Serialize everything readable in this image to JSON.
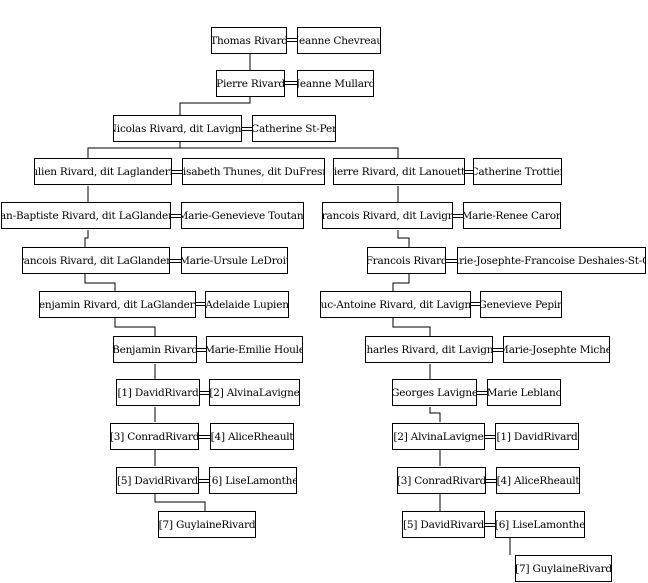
{
  "people": {
    "thomas_rivard": "Thomas Rivard",
    "jeanne_chevreau": "Jeanne Chevreau",
    "pierre_rivard": "Pierre Rivard",
    "jeanne_mullard": "Jeanne Mullard",
    "nicolas_rivard": "Nicolas Rivard, dit Lavigne",
    "catherine_stper": "Catherine St-Per",
    "julien_rivard": "Julien Rivard, dit Laglanderie",
    "elisabeth_thunes": "Elisabeth Thunes, dit DuFresne",
    "pierre_rivard_lanouette": "Pierre Rivard, dit Lanouette",
    "catherine_trottier": "Catherine Trottier",
    "jean_baptiste_rivard": "Jean-Baptiste Rivard, dit LaGlanderie",
    "marie_genevieve_toutant": "Marie-Genevieve Toutant",
    "francois_rivard_lavigne": "Francois Rivard, dit Lavigne",
    "marie_renee_caron": "Marie-Renee Caron",
    "francois_rivard_laglanderie": "Francois Rivard, dit LaGlanderie",
    "marie_ursule_ledroit": "Marie-Ursule LeDroit",
    "francois_rivard": "Francois Rivard",
    "marie_josephte_francoise": "Marie-Josephte-Francoise Deshaies-St-Cyr",
    "benjamin_rivard_laglanderie": "Benjamin Rivard, dit LaGlanderie",
    "adelaide_lupien": "Adelaide Lupien",
    "luc_antoine_rivard": "Luc-Antoine Rivard, dit Lavigne",
    "genevieve_pepin": "Genevieve Pepin",
    "benjamin_rivard": "Benjamin Rivard",
    "marie_emilie_houle": "Marie-Emilie Houle",
    "charles_rivard": "Charles Rivard, dit Lavigne",
    "marie_josephte_michel": "Marie-Josephte Michel",
    "left_david_rivard_1": "[1] DavidRivard",
    "left_alvina_lavigne_2": "[2] AlvinaLavigne",
    "georges_lavigne": "Georges Lavigne",
    "marie_leblanc": "Marie Leblanc",
    "left_conrad_rivard_3": "[3] ConradRivard",
    "left_alice_rheault_4": "[4] AliceRheault",
    "right_alvina_lavigne_2": "[2] AlvinaLavigne",
    "right_david_rivard_1": "[1] DavidRivard",
    "left_david_rivard_5": "[5] DavidRivard",
    "left_lise_lamonthe_6": "[6] LiseLamonthe",
    "right_conrad_rivard_3": "[3] ConradRivard",
    "right_alice_rheault_4": "[4] AliceRheault",
    "left_guylaine_rivard_7": "[7] GuylaineRivard",
    "right_david_rivard_5": "[5] DavidRivard",
    "right_lise_lamonthe_6": "[6] LiseLamonthe",
    "right_guylaine_rivard_7": "[7] GuylaineRivard"
  }
}
